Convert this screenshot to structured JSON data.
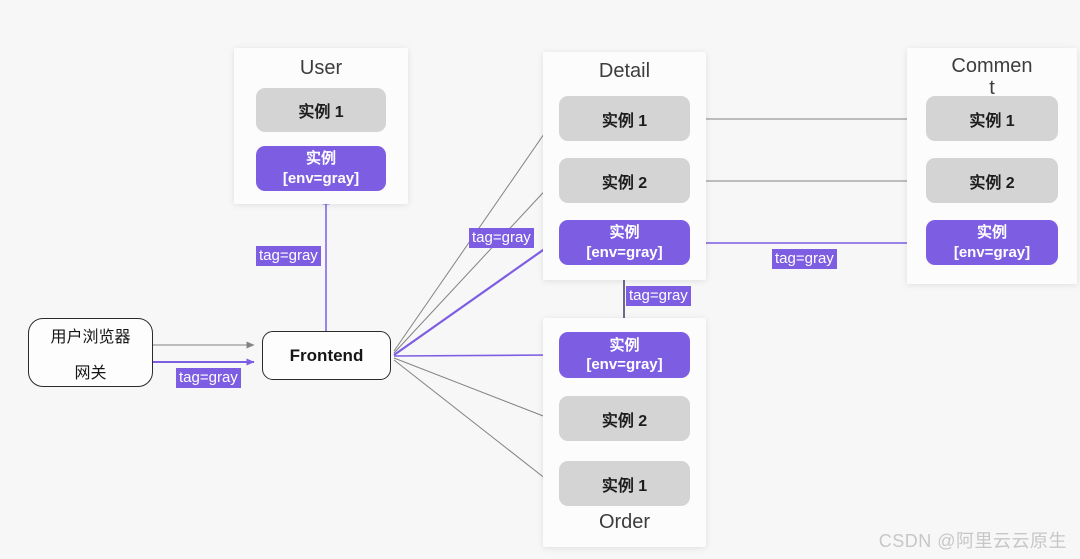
{
  "diagram": {
    "panels": {
      "user": {
        "title": "User",
        "instances": [
          {
            "label": "实例 1"
          },
          {
            "label": "实例",
            "sub": "[env=gray]"
          }
        ]
      },
      "detail": {
        "title": "Detail",
        "instances": [
          {
            "label": "实例 1"
          },
          {
            "label": "实例 2"
          },
          {
            "label": "实例",
            "sub": "[env=gray]"
          }
        ]
      },
      "comment": {
        "title": "Comment",
        "instances": [
          {
            "label": "实例 1"
          },
          {
            "label": "实例 2"
          },
          {
            "label": "实例",
            "sub": "[env=gray]"
          }
        ]
      },
      "order": {
        "title": "Order",
        "instances": [
          {
            "label": "实例",
            "sub": "[env=gray]"
          },
          {
            "label": "实例 2"
          },
          {
            "label": "实例 1"
          }
        ]
      }
    },
    "nodes": {
      "gateway": {
        "line1": "用户浏览器",
        "line2": "网关"
      },
      "frontend": {
        "label": "Frontend"
      }
    },
    "edge_labels": {
      "gateway_frontend": "tag=gray",
      "frontend_user": "tag=gray",
      "frontend_detail": "tag=gray",
      "detail_comment": "tag=gray",
      "order_detail": "tag=gray"
    },
    "colors": {
      "accent_purple": "#7d5ee2",
      "instance_gray": "#d4d4d4",
      "edge_gray": "#838383",
      "edge_dark": "#413a68",
      "panel_bg": "#fcfcfc",
      "page_bg": "#f7f7f8"
    }
  },
  "watermark": "CSDN @阿里云云原生"
}
